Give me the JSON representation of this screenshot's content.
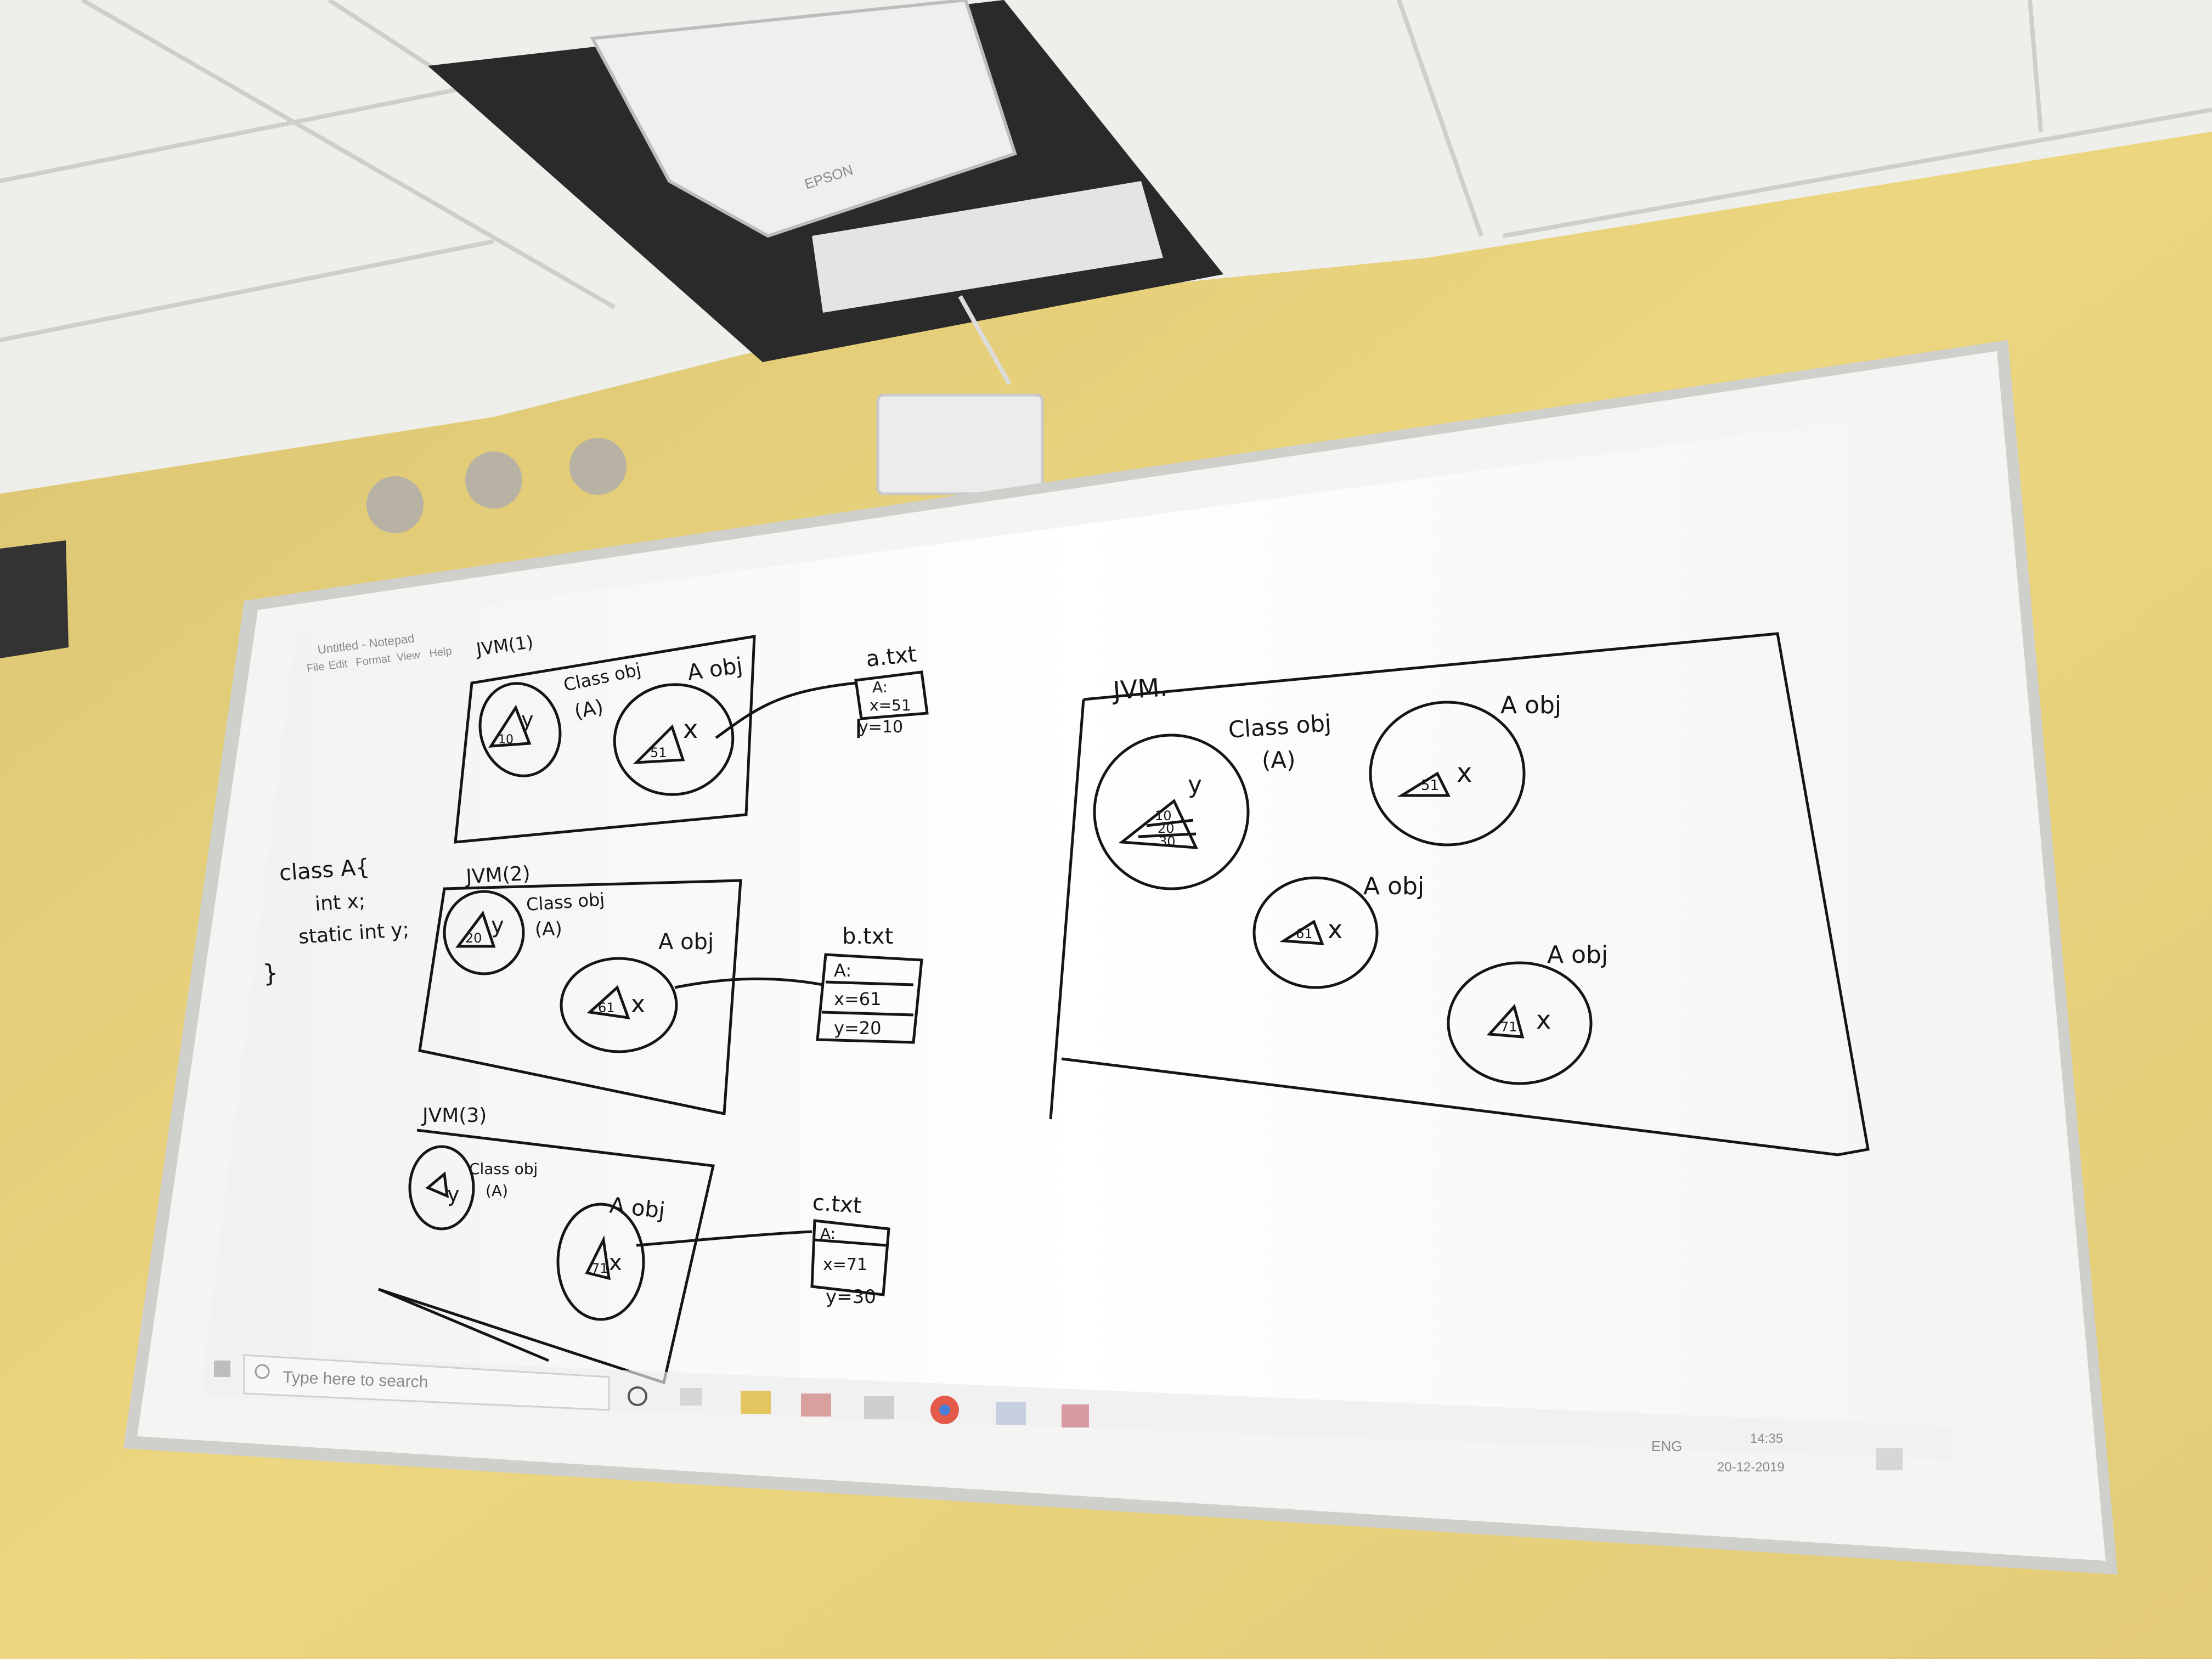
{
  "notepad": {
    "title": "Untitled - Notepad",
    "menu": [
      "File",
      "Edit",
      "Format",
      "View",
      "Help"
    ]
  },
  "code": {
    "line1": "class A{",
    "line2": "int x;",
    "line3": "static int y;",
    "line4": "}"
  },
  "jvm1": {
    "label": "JVM(1)",
    "class_obj_label": "Class obj",
    "class_obj_sub": "(A)",
    "class_obj_value": "10",
    "class_obj_var": "y",
    "a_obj_label": "A obj",
    "a_obj_value": "51",
    "a_obj_var": "x",
    "file_name": "a.txt",
    "file_lines": [
      "A:",
      "x=51",
      "y=10"
    ]
  },
  "jvm2": {
    "label": "JVM(2)",
    "class_obj_label": "Class obj",
    "class_obj_sub": "(A)",
    "class_obj_value": "20",
    "class_obj_var": "y",
    "a_obj_label": "A obj",
    "a_obj_value": "61",
    "a_obj_var": "x",
    "file_name": "b.txt",
    "file_lines": [
      "A:",
      "x=61",
      "y=20"
    ]
  },
  "jvm3": {
    "label": "JVM(3)",
    "class_obj_label": "Class obj",
    "class_obj_sub": "(A)",
    "class_obj_var": "y",
    "a_obj_label": "A obj",
    "a_obj_value": "71",
    "a_obj_var": "x",
    "file_name": "c.txt",
    "file_lines": [
      "A:",
      "x=71",
      "y=30"
    ]
  },
  "jvm_big": {
    "label": "JVM.",
    "class_obj_label": "Class obj",
    "class_obj_sub": "(A)",
    "class_obj_values": [
      "10",
      "20",
      "30"
    ],
    "class_obj_var": "y",
    "objects": [
      {
        "label": "A obj",
        "value": "51",
        "var": "x"
      },
      {
        "label": "A obj",
        "value": "61",
        "var": "x"
      },
      {
        "label": "A obj",
        "value": "71",
        "var": "x"
      }
    ]
  },
  "taskbar": {
    "search_placeholder": "Type here to search",
    "lang": "ENG",
    "time": "14:35",
    "date": "20-12-2019"
  },
  "projector": {
    "brand": "EPSON"
  },
  "colors": {
    "wall": "#e8d27a",
    "ceiling": "#eeeeea",
    "board": "#f4f4f2",
    "projection": "#fbfbfb",
    "ink": "#151515"
  }
}
